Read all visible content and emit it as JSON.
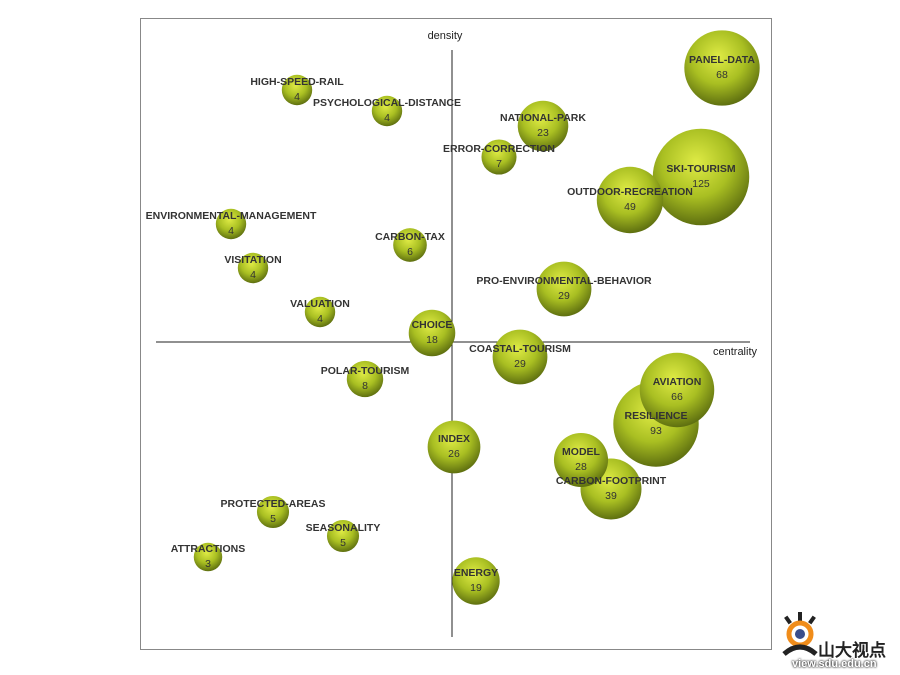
{
  "chart_data": {
    "type": "scatter",
    "subtype": "bubble-strategic-diagram",
    "xlabel": "centrality",
    "ylabel": "density",
    "xlim": [
      -30,
      30
    ],
    "ylim": [
      -30,
      30
    ],
    "grid": false,
    "bubble_color": "#9aae1c",
    "points": [
      {
        "label": "PANEL-DATA",
        "count": 68,
        "x": 27.0,
        "y": 27.4
      },
      {
        "label": "SKI-TOURISM",
        "count": 125,
        "x": 24.9,
        "y": 16.5
      },
      {
        "label": "OUTDOOR-RECREATION",
        "count": 49,
        "x": 17.8,
        "y": 14.2
      },
      {
        "label": "NATIONAL-PARK",
        "count": 23,
        "x": 9.1,
        "y": 21.6
      },
      {
        "label": "ERROR-CORRECTION",
        "count": 7,
        "x": 4.7,
        "y": 18.5
      },
      {
        "label": "HIGH-SPEED-RAIL",
        "count": 4,
        "x": -15.5,
        "y": 25.2
      },
      {
        "label": "PSYCHOLOGICAL-DISTANCE",
        "count": 4,
        "x": -6.5,
        "y": 23.1
      },
      {
        "label": "ENVIRONMENTAL-MANAGEMENT",
        "count": 4,
        "x": -22.1,
        "y": 11.8
      },
      {
        "label": "CARBON-TAX",
        "count": 6,
        "x": -4.2,
        "y": 9.7
      },
      {
        "label": "VISITATION",
        "count": 4,
        "x": -19.9,
        "y": 7.4
      },
      {
        "label": "VALUATION",
        "count": 4,
        "x": -13.2,
        "y": 3.0
      },
      {
        "label": "CHOICE",
        "count": 18,
        "x": -2.0,
        "y": 0.9
      },
      {
        "label": "PRO-ENVIRONMENTAL-BEHAVIOR",
        "count": 29,
        "x": 11.2,
        "y": 5.3
      },
      {
        "label": "COASTAL-TOURISM",
        "count": 29,
        "x": 6.8,
        "y": -1.5
      },
      {
        "label": "POLAR-TOURISM",
        "count": 8,
        "x": -8.7,
        "y": -3.7
      },
      {
        "label": "RESILIENCE",
        "count": 93,
        "x": 20.4,
        "y": -8.2
      },
      {
        "label": "AVIATION",
        "count": 66,
        "x": 22.5,
        "y": -4.8
      },
      {
        "label": "MODEL",
        "count": 28,
        "x": 12.9,
        "y": -11.8
      },
      {
        "label": "CARBON-FOOTPRINT",
        "count": 39,
        "x": 15.9,
        "y": -14.7
      },
      {
        "label": "INDEX",
        "count": 26,
        "x": 0.2,
        "y": -10.5
      },
      {
        "label": "PROTECTED-AREAS",
        "count": 5,
        "x": -17.9,
        "y": -17.0
      },
      {
        "label": "SEASONALITY",
        "count": 5,
        "x": -10.9,
        "y": -19.4
      },
      {
        "label": "ATTRACTIONS",
        "count": 3,
        "x": -24.4,
        "y": -21.5
      },
      {
        "label": "ENERGY",
        "count": 19,
        "x": 2.4,
        "y": -23.9
      }
    ]
  },
  "watermark": {
    "text": "山大视点",
    "url": "view.sdu.edu.cn"
  }
}
